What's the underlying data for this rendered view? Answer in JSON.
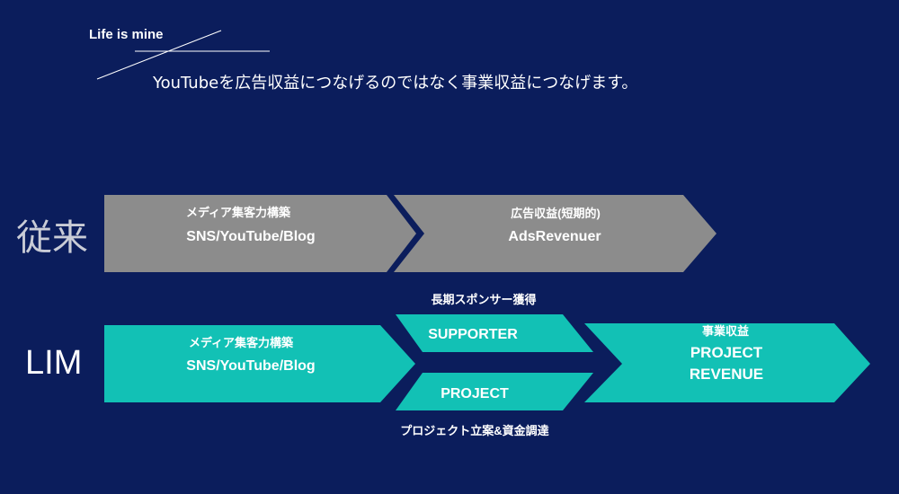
{
  "brand": {
    "logo_text": "Life is mine"
  },
  "headline": "YouTubeを広告収益につなげるのではなく事業収益につなげます。",
  "rows": {
    "conventional": {
      "label": "従来",
      "steps": [
        {
          "caption": "メディア集客力構築",
          "title": "SNS/YouTube/Blog"
        },
        {
          "caption": "広告収益(短期的)",
          "title": "AdsRevenuer"
        }
      ]
    },
    "lim": {
      "label": "LIM",
      "step1": {
        "caption": "メディア集客力構築",
        "title": "SNS/YouTube/Blog"
      },
      "supporter": {
        "caption": "長期スポンサー獲得",
        "title": "SUPPORTER"
      },
      "project": {
        "caption": "プロジェクト立案&資金調達",
        "title": "PROJECT"
      },
      "revenue": {
        "caption": "事業収益",
        "title_line1": "PROJECT",
        "title_line2": "REVENUE"
      }
    }
  },
  "colors": {
    "background": "#0b1d5c",
    "conventional_fill": "#8c8c8c",
    "lim_fill": "#12c1b5",
    "text": "#ffffff"
  }
}
